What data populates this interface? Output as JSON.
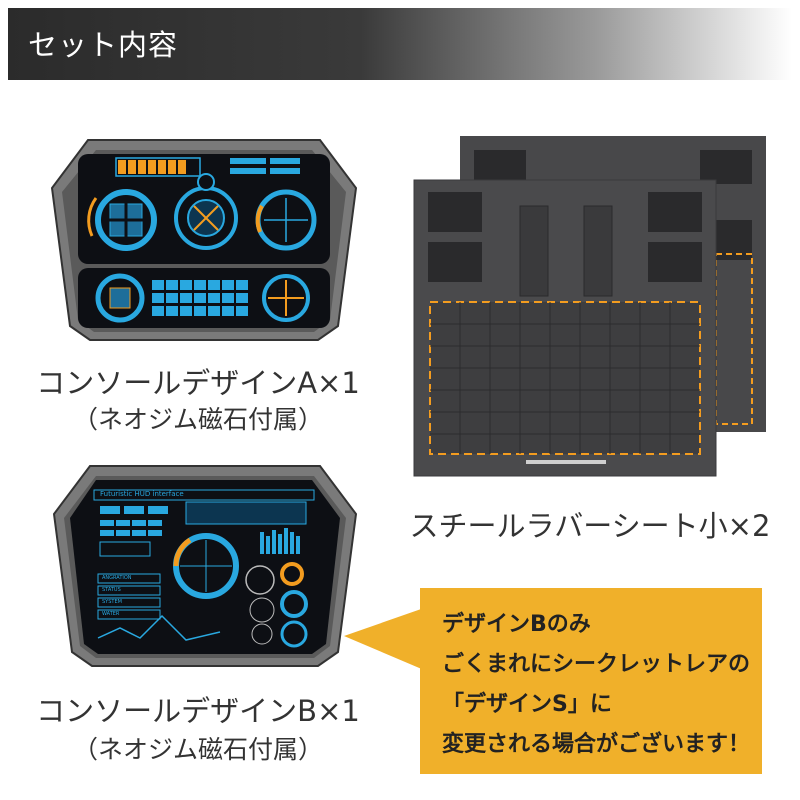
{
  "header": {
    "title": "セット内容"
  },
  "console_a": {
    "name": "コンソールデザインA×1",
    "note": "（ネオジム磁石付属）"
  },
  "console_b": {
    "name": "コンソールデザインB×1",
    "note": "（ネオジム磁石付属）",
    "screen_title": "Futuristic HUD interface",
    "menu_items": [
      "ANGRATION",
      "STATUS",
      "SYSTEM",
      "WATER"
    ]
  },
  "steel_sheet": {
    "name": "スチールラバーシート小×2"
  },
  "callout": {
    "lines": [
      "デザインBのみ",
      "ごくまれにシークレットレアの",
      "「デザインS」に",
      "変更される場合がございます！"
    ]
  },
  "colors": {
    "accent": "#f0b02a",
    "hud_blue": "#29a8e0",
    "hud_orange": "#f39c1f",
    "sheet": "#4a4a4c"
  }
}
